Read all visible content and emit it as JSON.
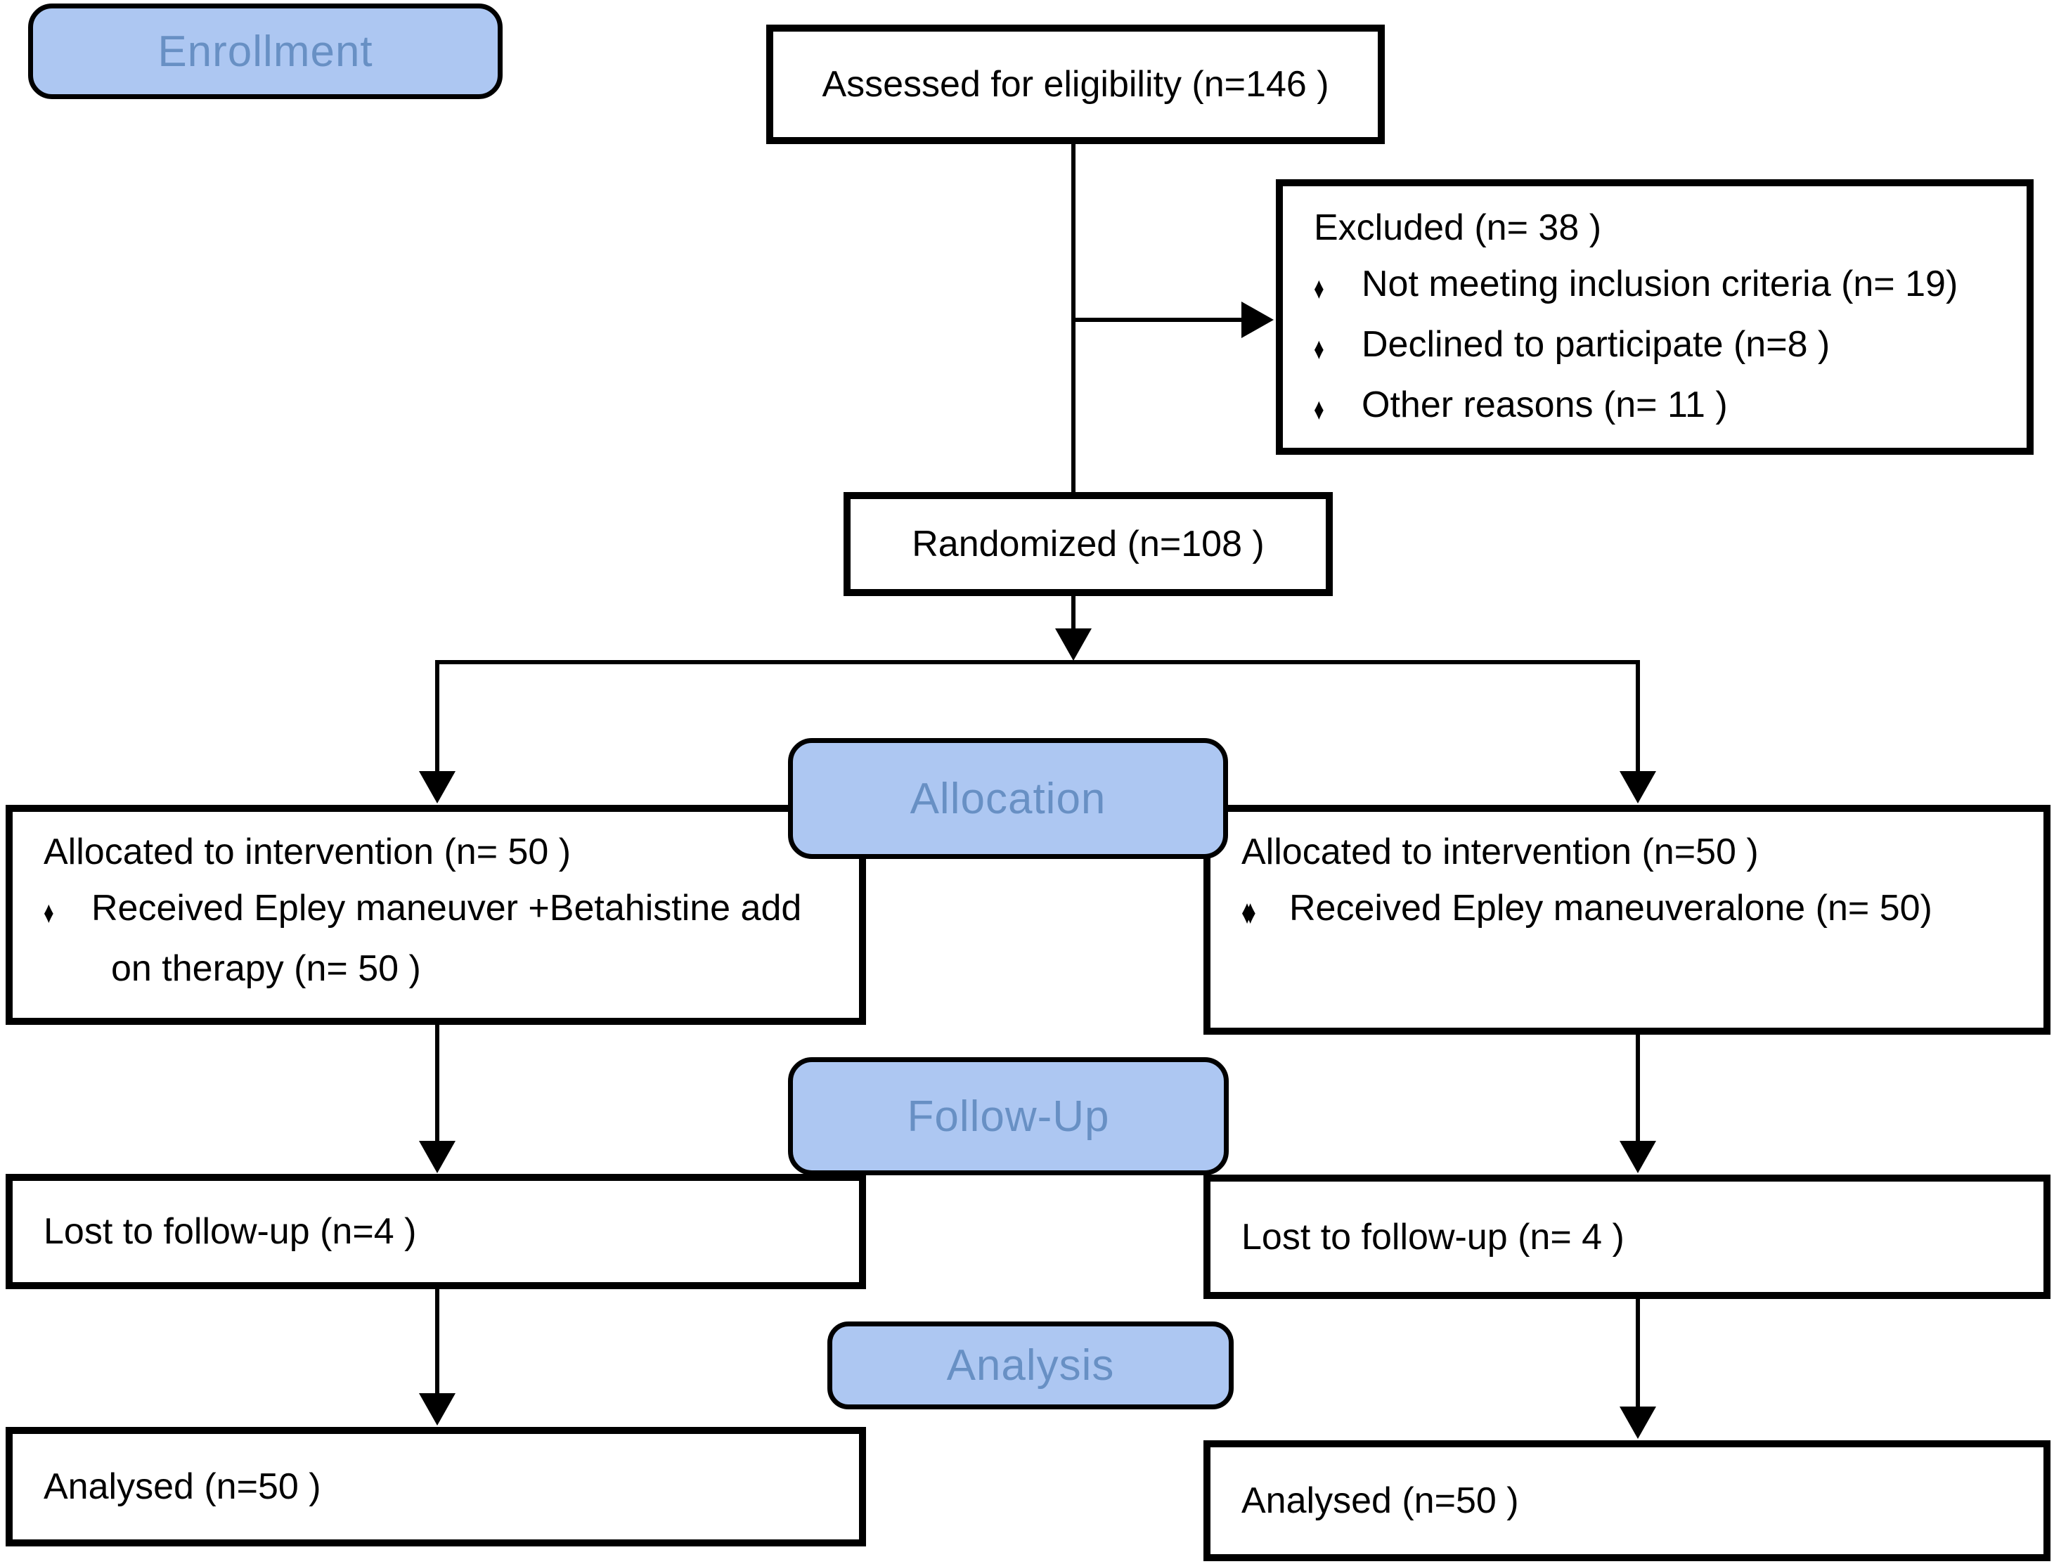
{
  "figure": {
    "type": "consort-flow-diagram",
    "colors": {
      "stage_fill": "#ADC7F2",
      "stage_text": "#6890C4",
      "box_fill": "#FFFFFF",
      "box_border": "#000000",
      "line": "#000000"
    },
    "glyphs": {
      "bullet": "♦",
      "bullet_double": "♦♦"
    },
    "stages": {
      "enrollment": "Enrollment",
      "allocation": "Allocation",
      "followup": "Follow-Up",
      "analysis": "Analysis"
    },
    "boxes": {
      "assessed": "Assessed for eligibility (n=146  )",
      "excluded": {
        "title": "Excluded  (n= 38 )",
        "items": [
          "Not meeting inclusion criteria (n= 19)",
          "Declined to participate (n=8 )",
          "Other reasons (n= 11 )"
        ]
      },
      "randomized": "Randomized (n=108  )",
      "allocated_left": {
        "line1": "Allocated to intervention (n= 50 )",
        "bullet_text": "Received Epley maneuver +Betahistine add",
        "bullet_continuation": "on therapy (n= 50 )"
      },
      "allocated_right": {
        "line1": "Allocated to intervention (n=50  )",
        "bullet_text": "Received Epley maneuveralone (n= 50)"
      },
      "lost_left": "Lost to follow-up (n=4  )",
      "lost_right": "Lost to follow-up  (n= 4 )",
      "analysed_left": "Analysed  (n=50  )",
      "analysed_right": "Analysed  (n=50  )"
    }
  }
}
